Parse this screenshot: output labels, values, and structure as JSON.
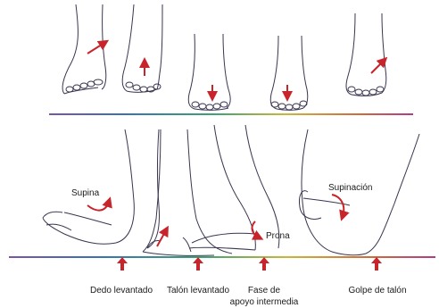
{
  "colors": {
    "line_gradient": [
      "#7a55a8",
      "#3a6fb8",
      "#3aa374",
      "#c8b83a",
      "#d26a3a",
      "#b23a8a"
    ],
    "arrow": "#c8242c",
    "outline": "#3a3550"
  },
  "annotations": {
    "supina": "Supina",
    "prona": "Prona",
    "supinacion": "Supinación"
  },
  "phases": {
    "dedo_levantado": "Dedo levantado",
    "talon_levantado": "Talón levantado",
    "fase_apoyo_line1": "Fase de",
    "fase_apoyo_line2": "apoyo intermedia",
    "golpe_de_talon": "Golpe de talón"
  }
}
